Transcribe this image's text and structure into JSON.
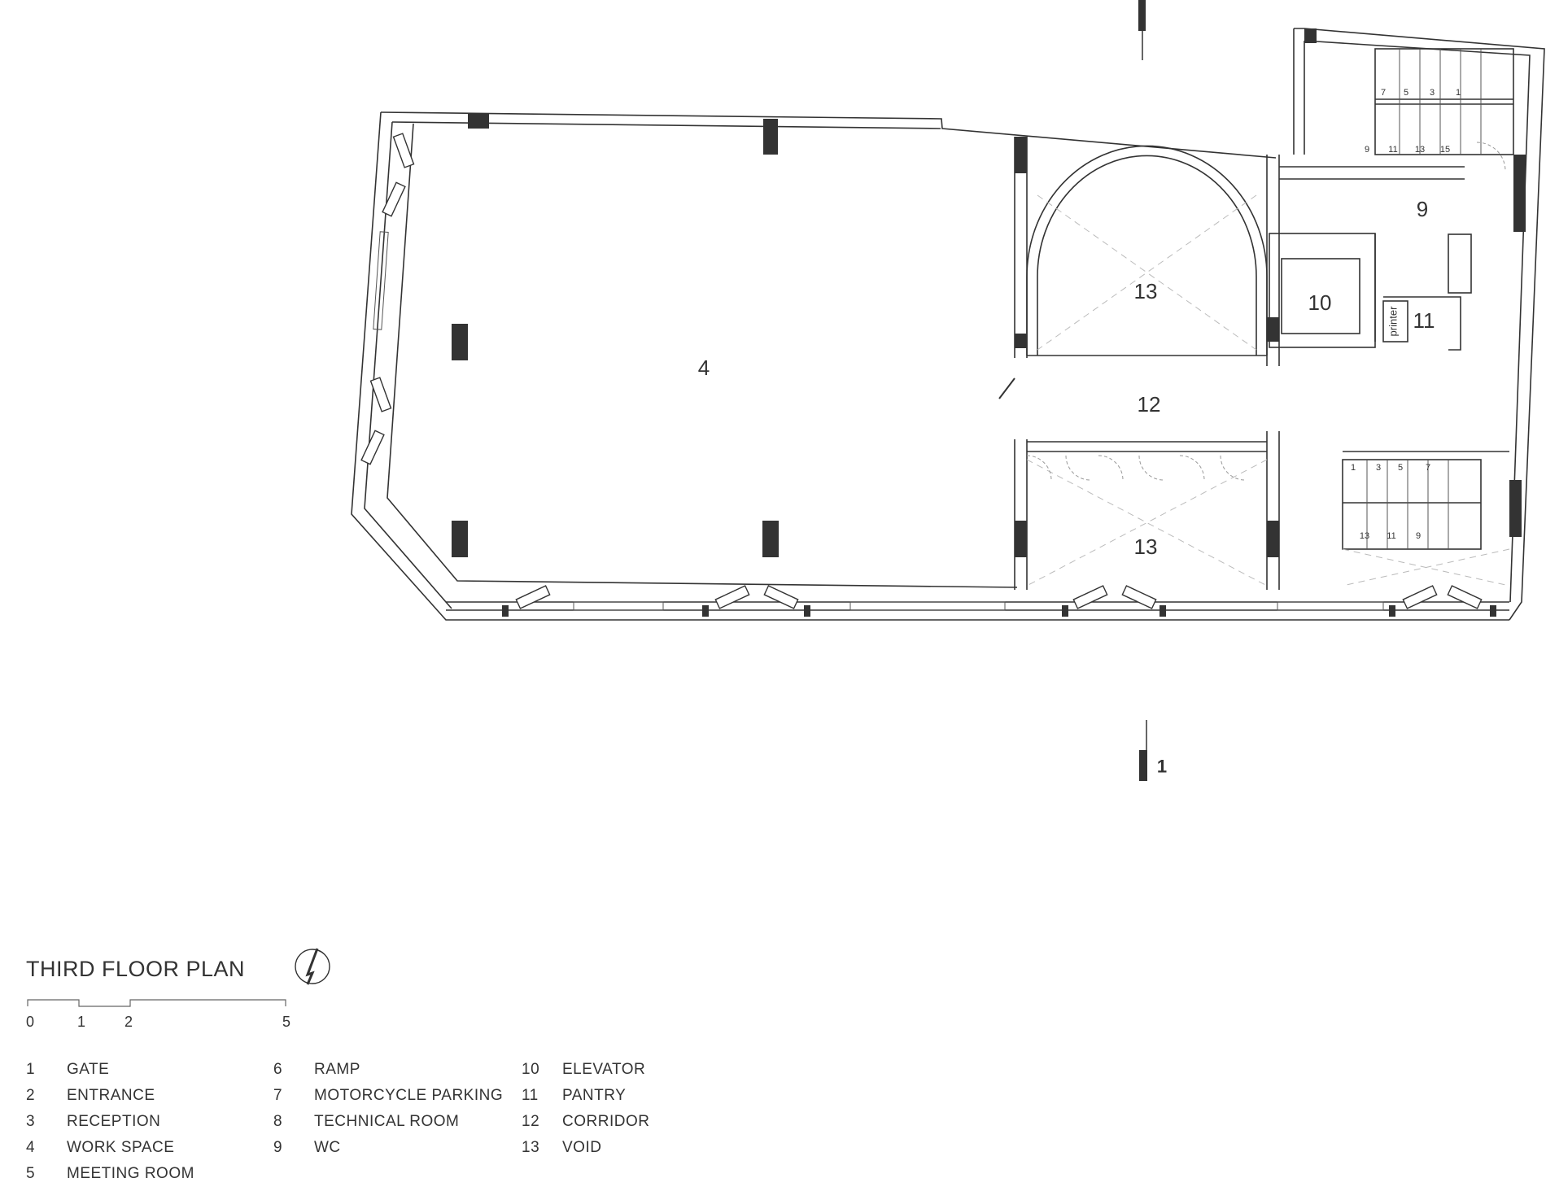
{
  "title": "THIRD FLOOR PLAN",
  "scale_bar": {
    "ticks": [
      "0",
      "1",
      "2",
      "5"
    ]
  },
  "section_marker": "1",
  "rooms": [
    {
      "id": "4",
      "text": "4"
    },
    {
      "id": "13a",
      "text": "13"
    },
    {
      "id": "10",
      "text": "10"
    },
    {
      "id": "9",
      "text": "9"
    },
    {
      "id": "11",
      "text": "11"
    },
    {
      "id": "12",
      "text": "12"
    },
    {
      "id": "13b",
      "text": "13"
    }
  ],
  "printer_label": "printer",
  "stairs_top": {
    "row1": [
      "7",
      "5",
      "3",
      "1"
    ],
    "row2": [
      "9",
      "11",
      "13",
      "15"
    ]
  },
  "stairs_bottom": {
    "row1": [
      "1",
      "3",
      "5",
      "7"
    ],
    "row2": [
      "13",
      "11",
      "9"
    ]
  },
  "legend": {
    "col1": [
      {
        "num": "1",
        "label": "GATE"
      },
      {
        "num": "2",
        "label": "ENTRANCE"
      },
      {
        "num": "3",
        "label": "RECEPTION"
      },
      {
        "num": "4",
        "label": "WORK SPACE"
      },
      {
        "num": "5",
        "label": "MEETING ROOM"
      }
    ],
    "col2": [
      {
        "num": "6",
        "label": "RAMP"
      },
      {
        "num": "7",
        "label": "MOTORCYCLE PARKING"
      },
      {
        "num": "8",
        "label": "TECHNICAL ROOM"
      },
      {
        "num": "9",
        "label": "WC"
      }
    ],
    "col3": [
      {
        "num": "10",
        "label": "ELEVATOR"
      },
      {
        "num": "11",
        "label": "PANTRY"
      },
      {
        "num": "12",
        "label": "CORRIDOR"
      },
      {
        "num": "13",
        "label": "VOID"
      }
    ]
  },
  "colors": {
    "line": "#333333",
    "column": "#333333",
    "dashed": "#bbbbbb",
    "background": "#ffffff"
  },
  "icons": [
    "north-arrow-icon",
    "section-marker-icon"
  ]
}
